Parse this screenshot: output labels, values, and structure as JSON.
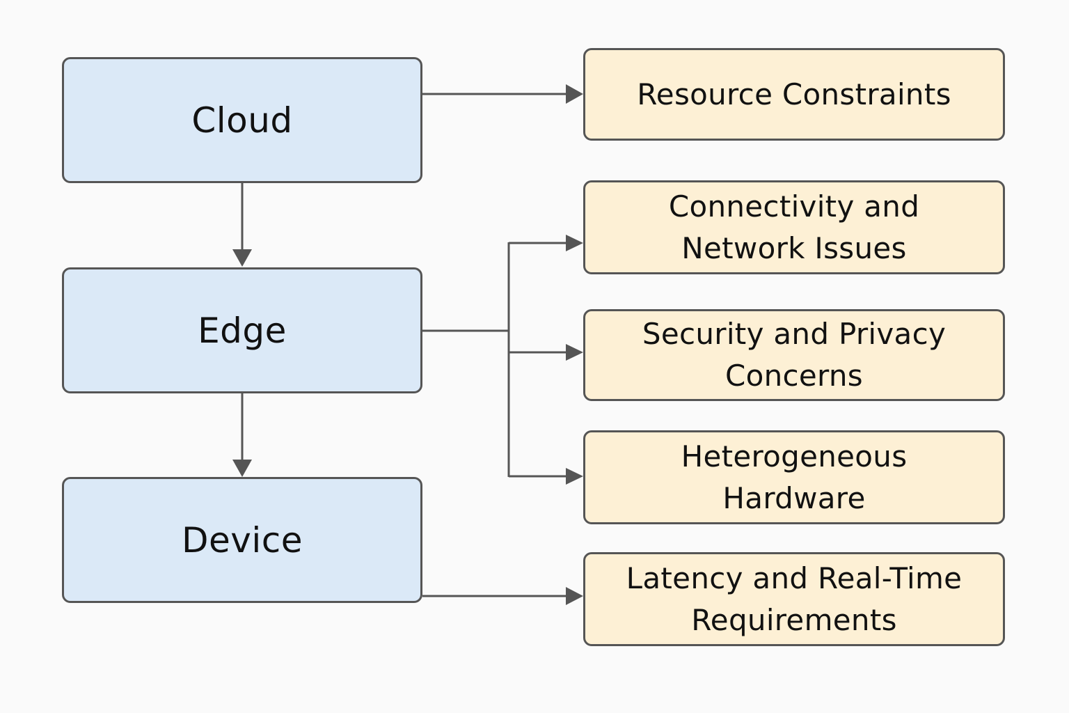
{
  "tiers": {
    "cloud": "Cloud",
    "edge": "Edge",
    "device": "Device"
  },
  "challenges": {
    "resource": "Resource Constraints",
    "connectivity": "Connectivity and Network Issues",
    "security": "Security and Privacy Concerns",
    "heterogeneous": "Heterogeneous Hardware",
    "latency": "Latency and Real-Time Requirements"
  },
  "colors": {
    "tier_fill": "#dbe9f7",
    "challenge_fill": "#fdf0d5",
    "border": "#555555",
    "connector": "#555555",
    "background": "#fafafa"
  }
}
